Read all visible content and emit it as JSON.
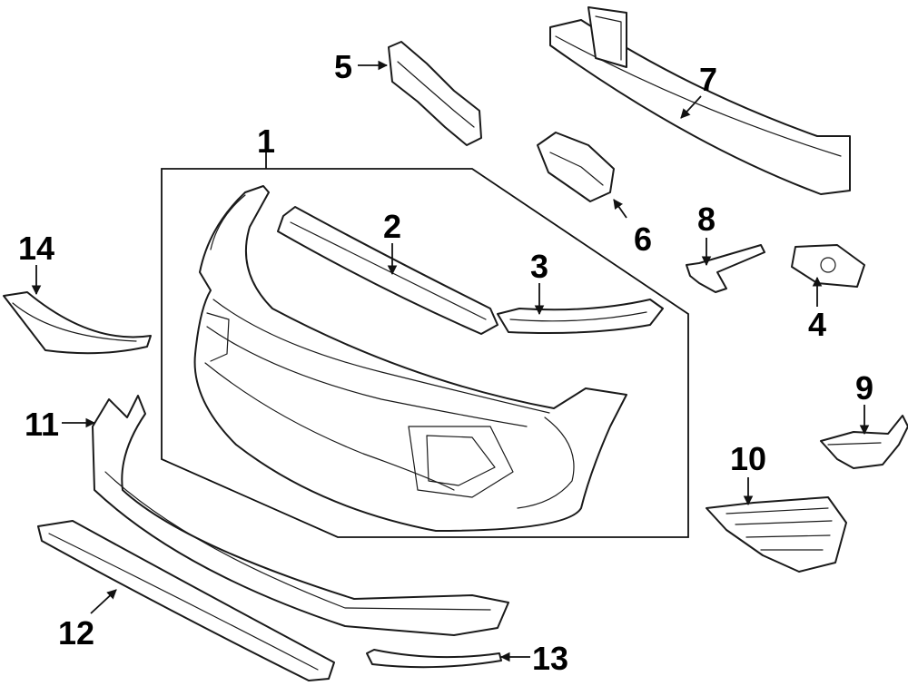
{
  "callouts": {
    "c1": "1",
    "c2": "2",
    "c3": "3",
    "c4": "4",
    "c5": "5",
    "c6": "6",
    "c7": "7",
    "c8": "8",
    "c9": "9",
    "c10": "10",
    "c11": "11",
    "c12": "12",
    "c13": "13",
    "c14": "14"
  },
  "colors": {
    "line": "#1a1a1a",
    "background": "#ffffff",
    "text": "#000000"
  }
}
